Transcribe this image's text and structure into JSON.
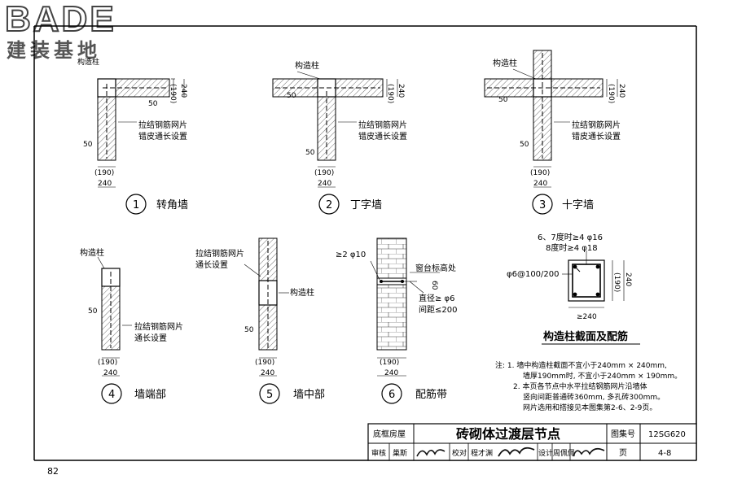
{
  "logo": {
    "brand": "BADE",
    "chinese": "建装基地"
  },
  "labels": {
    "gzz": "构造柱",
    "mesh1": "拉结钢筋网片",
    "mesh2": "错皮通长设置",
    "mesh3": "通长设置",
    "dim190": "(190)",
    "dim240": "240",
    "dim50": "50",
    "rebar_top": "≥2 φ10",
    "sill": "窗台标高处",
    "d60": "60",
    "dia": "直径≥ φ6",
    "spacing": "间距≤200",
    "cs_line1": "6、7度时≥4 φ16",
    "cs_line2": "8度时≥4 φ18",
    "cs_stirrup": "φ6@100/200",
    "cs_width": "≥240",
    "cs_title": "构造柱截面及配筋"
  },
  "captions": [
    {
      "num": "1",
      "text": "转角墙"
    },
    {
      "num": "2",
      "text": "丁字墙"
    },
    {
      "num": "3",
      "text": "十字墙"
    },
    {
      "num": "4",
      "text": "墙端部"
    },
    {
      "num": "5",
      "text": "墙中部"
    },
    {
      "num": "6",
      "text": "配筋带"
    }
  ],
  "notes": {
    "n0": "注: 1. 墙中构造柱截面不宜小于240mm × 240mm,",
    "n1": "墙厚190mm时, 不宜小于240mm × 190mm。",
    "n2": "2. 本页各节点中水平拉结钢筋网片沿墙体",
    "n3": "竖向间距普通砖360mm, 多孔砖300mm。",
    "n4": "网片选用和搭接见本图集第2-6、2-9页。"
  },
  "title_block": {
    "category": "底框房屋",
    "title": "砖砌体过渡层节点",
    "atlas_label": "图集号",
    "atlas_no": "12SG620",
    "review_label": "审核",
    "reviewer": "巢斯",
    "check_label": "校对",
    "checker": "程才渊",
    "design_label": "设计",
    "designer": "周佩佩",
    "page_label": "页",
    "page_no": "4-8"
  },
  "page_number": "82"
}
